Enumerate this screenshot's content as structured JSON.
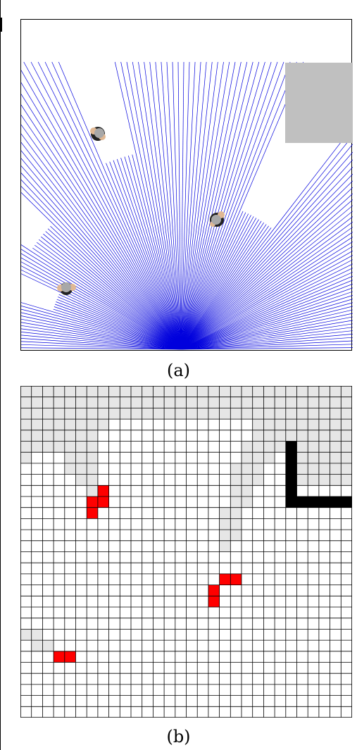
{
  "captions": {
    "a": "(a)",
    "b": "(b)"
  },
  "colors": {
    "laser": "#0000dd",
    "obstacle_gray": "#c0c0c0",
    "occupied_red": "#ff0000",
    "wall_black": "#000000",
    "unknown_gray": "#e6e6e6",
    "grid_line": "#000000"
  },
  "panel_a": {
    "laser_ray_count": 160,
    "persons": 3
  },
  "panel_b": {
    "grid_cols": 30,
    "grid_rows": 30,
    "unknown_cells": [
      [
        0,
        0
      ],
      [
        1,
        0
      ],
      [
        2,
        0
      ],
      [
        3,
        0
      ],
      [
        4,
        0
      ],
      [
        5,
        0
      ],
      [
        6,
        0
      ],
      [
        7,
        0
      ],
      [
        8,
        0
      ],
      [
        9,
        0
      ],
      [
        10,
        0
      ],
      [
        11,
        0
      ],
      [
        12,
        0
      ],
      [
        13,
        0
      ],
      [
        14,
        0
      ],
      [
        15,
        0
      ],
      [
        16,
        0
      ],
      [
        17,
        0
      ],
      [
        18,
        0
      ],
      [
        19,
        0
      ],
      [
        20,
        0
      ],
      [
        21,
        0
      ],
      [
        22,
        0
      ],
      [
        23,
        0
      ],
      [
        24,
        0
      ],
      [
        25,
        0
      ],
      [
        26,
        0
      ],
      [
        27,
        0
      ],
      [
        28,
        0
      ],
      [
        29,
        0
      ],
      [
        0,
        1
      ],
      [
        1,
        1
      ],
      [
        2,
        1
      ],
      [
        3,
        1
      ],
      [
        4,
        1
      ],
      [
        5,
        1
      ],
      [
        6,
        1
      ],
      [
        7,
        1
      ],
      [
        8,
        1
      ],
      [
        9,
        1
      ],
      [
        10,
        1
      ],
      [
        11,
        1
      ],
      [
        12,
        1
      ],
      [
        13,
        1
      ],
      [
        14,
        1
      ],
      [
        15,
        1
      ],
      [
        16,
        1
      ],
      [
        17,
        1
      ],
      [
        18,
        1
      ],
      [
        19,
        1
      ],
      [
        20,
        1
      ],
      [
        21,
        1
      ],
      [
        22,
        1
      ],
      [
        23,
        1
      ],
      [
        24,
        1
      ],
      [
        25,
        1
      ],
      [
        26,
        1
      ],
      [
        27,
        1
      ],
      [
        28,
        1
      ],
      [
        29,
        1
      ],
      [
        0,
        2
      ],
      [
        1,
        2
      ],
      [
        2,
        2
      ],
      [
        3,
        2
      ],
      [
        4,
        2
      ],
      [
        5,
        2
      ],
      [
        6,
        2
      ],
      [
        7,
        2
      ],
      [
        8,
        2
      ],
      [
        9,
        2
      ],
      [
        10,
        2
      ],
      [
        11,
        2
      ],
      [
        12,
        2
      ],
      [
        13,
        2
      ],
      [
        14,
        2
      ],
      [
        15,
        2
      ],
      [
        16,
        2
      ],
      [
        17,
        2
      ],
      [
        18,
        2
      ],
      [
        19,
        2
      ],
      [
        20,
        2
      ],
      [
        21,
        2
      ],
      [
        22,
        2
      ],
      [
        23,
        2
      ],
      [
        24,
        2
      ],
      [
        25,
        2
      ],
      [
        26,
        2
      ],
      [
        27,
        2
      ],
      [
        28,
        2
      ],
      [
        29,
        2
      ],
      [
        0,
        3
      ],
      [
        1,
        3
      ],
      [
        2,
        3
      ],
      [
        3,
        3
      ],
      [
        4,
        3
      ],
      [
        5,
        3
      ],
      [
        6,
        3
      ],
      [
        7,
        3
      ],
      [
        21,
        3
      ],
      [
        22,
        3
      ],
      [
        23,
        3
      ],
      [
        24,
        3
      ],
      [
        25,
        3
      ],
      [
        26,
        3
      ],
      [
        27,
        3
      ],
      [
        28,
        3
      ],
      [
        29,
        3
      ],
      [
        0,
        4
      ],
      [
        1,
        4
      ],
      [
        2,
        4
      ],
      [
        3,
        4
      ],
      [
        4,
        4
      ],
      [
        5,
        4
      ],
      [
        6,
        4
      ],
      [
        21,
        4
      ],
      [
        22,
        4
      ],
      [
        23,
        4
      ],
      [
        24,
        4
      ],
      [
        25,
        4
      ],
      [
        26,
        4
      ],
      [
        27,
        4
      ],
      [
        28,
        4
      ],
      [
        29,
        4
      ],
      [
        0,
        5
      ],
      [
        1,
        5
      ],
      [
        2,
        5
      ],
      [
        3,
        5
      ],
      [
        4,
        5
      ],
      [
        5,
        5
      ],
      [
        6,
        5
      ],
      [
        20,
        5
      ],
      [
        21,
        5
      ],
      [
        22,
        5
      ],
      [
        23,
        5
      ],
      [
        24,
        5
      ],
      [
        25,
        5
      ],
      [
        26,
        5
      ],
      [
        27,
        5
      ],
      [
        28,
        5
      ],
      [
        29,
        5
      ],
      [
        0,
        6
      ],
      [
        4,
        6
      ],
      [
        5,
        6
      ],
      [
        6,
        6
      ],
      [
        20,
        6
      ],
      [
        21,
        6
      ],
      [
        22,
        6
      ],
      [
        24,
        6
      ],
      [
        25,
        6
      ],
      [
        26,
        6
      ],
      [
        27,
        6
      ],
      [
        28,
        6
      ],
      [
        29,
        6
      ],
      [
        4,
        7
      ],
      [
        5,
        7
      ],
      [
        6,
        7
      ],
      [
        19,
        7
      ],
      [
        20,
        7
      ],
      [
        21,
        7
      ],
      [
        24,
        7
      ],
      [
        25,
        7
      ],
      [
        26,
        7
      ],
      [
        27,
        7
      ],
      [
        28,
        7
      ],
      [
        29,
        7
      ],
      [
        5,
        8
      ],
      [
        6,
        8
      ],
      [
        19,
        8
      ],
      [
        20,
        8
      ],
      [
        21,
        8
      ],
      [
        24,
        8
      ],
      [
        25,
        8
      ],
      [
        26,
        8
      ],
      [
        27,
        8
      ],
      [
        28,
        8
      ],
      [
        29,
        8
      ],
      [
        6,
        9
      ],
      [
        19,
        9
      ],
      [
        20,
        9
      ],
      [
        19,
        10
      ],
      [
        20,
        10
      ],
      [
        18,
        11
      ],
      [
        19,
        11
      ],
      [
        18,
        12
      ],
      [
        19,
        12
      ],
      [
        18,
        13
      ],
      [
        19,
        13
      ],
      [
        18,
        14
      ],
      [
        0,
        22
      ],
      [
        1,
        22
      ],
      [
        1,
        23
      ],
      [
        2,
        23
      ]
    ],
    "occupied_cells": [
      [
        7,
        9
      ],
      [
        6,
        10
      ],
      [
        7,
        10
      ],
      [
        6,
        11
      ],
      [
        18,
        17
      ],
      [
        19,
        17
      ],
      [
        17,
        18
      ],
      [
        17,
        19
      ],
      [
        3,
        24
      ],
      [
        4,
        24
      ]
    ],
    "wall_cells": [
      [
        24,
        5
      ],
      [
        24,
        6
      ],
      [
        24,
        7
      ],
      [
        24,
        8
      ],
      [
        24,
        9
      ],
      [
        25,
        10
      ],
      [
        26,
        10
      ],
      [
        27,
        10
      ],
      [
        28,
        10
      ],
      [
        29,
        10
      ],
      [
        24,
        10
      ]
    ]
  }
}
